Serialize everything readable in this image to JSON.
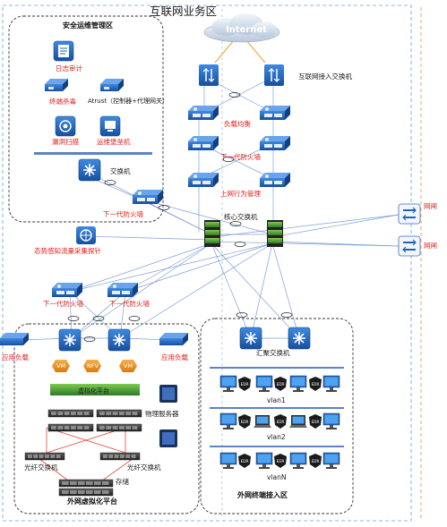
{
  "zone_title": "互联网业务区",
  "cloud": {
    "label": "Internet"
  },
  "mgmt_zone": {
    "title": "安全运维管理区",
    "items": [
      {
        "label": "日志审计"
      },
      {
        "label": "终端杀毒"
      },
      {
        "label": "Atrust（控制器+代理网关）"
      },
      {
        "label": "漏洞扫描"
      },
      {
        "label": "运维堡垒机"
      }
    ],
    "switch_label": "交换机",
    "firewall_label": "下一代防火墙"
  },
  "core_stack": {
    "access_switch_label": "互联网接入交换机",
    "load_balance_label": "负载均衡",
    "firewall_label": "下一代防火墙",
    "behavior_mgmt_label": "上网行为管理",
    "core_switch_label": "核心交换机"
  },
  "probe_label": "态势感知流量采集探针",
  "left_firewalls": [
    "下一代防火墙",
    "下一代防火墙"
  ],
  "right_devices": [
    "网闸",
    "网闸"
  ],
  "virt_zone": {
    "title": "外网虚拟化平台",
    "app_load_labels": [
      "应用负载",
      "应用负载"
    ],
    "vm_labels": [
      "VM",
      "NFV",
      "VM"
    ],
    "virt_platform_label": "虚拟化平台",
    "physical_server_label": "物理服务器",
    "fiber_switch_labels": [
      "光纤交换机",
      "光纤交换机"
    ],
    "storage_label": "存储"
  },
  "term_zone": {
    "title": "外网终端接入区",
    "agg_switch_label": "汇聚交换机",
    "vlans": [
      "vlan1",
      "vlan2",
      "vlanN"
    ],
    "edr_label": "EDR"
  },
  "colors": {
    "device_blue": "#1e63b8",
    "device_green": "#2e8b3a",
    "label_red": "#e0201c",
    "line_blue": "#6f8fd0",
    "orange_dash": "#e8a060",
    "zone_border": "#333333"
  }
}
